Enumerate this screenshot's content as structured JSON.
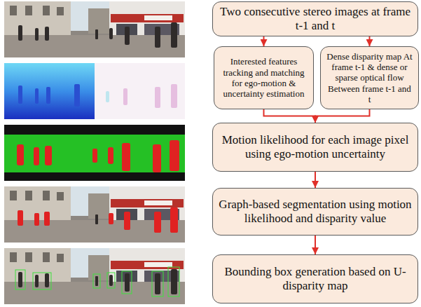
{
  "diagram": {
    "nodes": [
      {
        "text": [
          "Two consecutive stereo images at frame t-1 and t"
        ]
      },
      {
        "text": [
          "Interested features tracking and matching for ego-motion & uncertainty estimation"
        ]
      },
      {
        "text": [
          "Dense disparity map At frame t-1 & dense or sparse optical flow Between frame t-1 and t"
        ]
      },
      {
        "text": [
          "Motion likelihood for each image pixel using ego-motion uncertainty"
        ]
      },
      {
        "text": [
          "Graph-based segmentation using motion likelihood and disparity value"
        ]
      },
      {
        "text": [
          "Bounding box generation based on U-disparity map"
        ]
      }
    ],
    "edges": [
      {
        "from": 0,
        "to": 1,
        "arrow": "to"
      },
      {
        "from": 0,
        "to": 2,
        "arrow": "to"
      },
      {
        "from": 1,
        "to": 3,
        "arrow": "to"
      },
      {
        "from": 2,
        "to": 3,
        "arrow": "to"
      },
      {
        "from": 3,
        "to": 4,
        "arrow": "to"
      },
      {
        "from": 4,
        "to": 5,
        "arrow": "to"
      }
    ]
  }
}
